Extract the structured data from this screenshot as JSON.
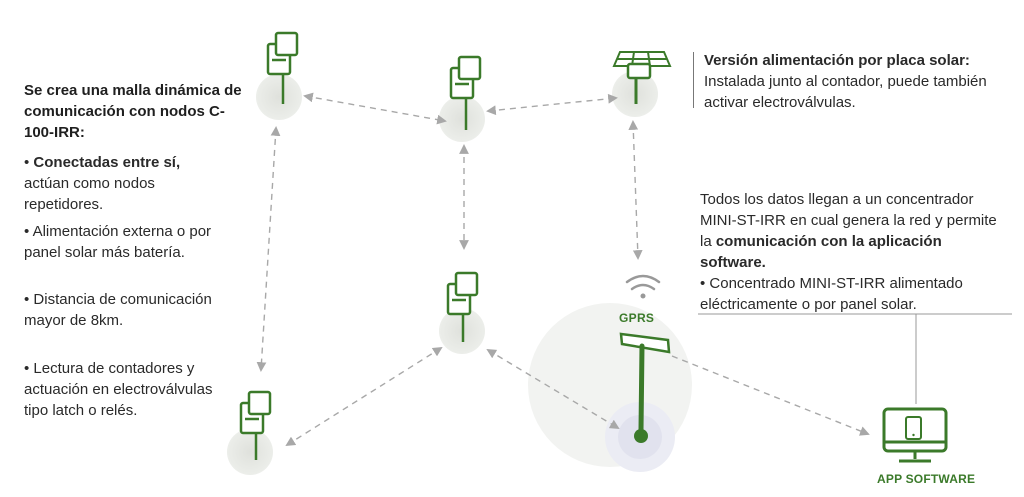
{
  "intro": "Se crea una malla dinámica de comunicación con nodos C-100-IRR:",
  "items": [
    {
      "bold": "Conectadas entre sí,",
      "rest": " actúan como nodos repetidores."
    },
    {
      "bold": "",
      "rest": "Alimentación externa o por panel solar más batería."
    },
    {
      "bold": "",
      "rest": "Distancia de comunicación mayor de 8km."
    },
    {
      "bold": "",
      "rest": "Lectura de contadores y actuación en electroválvulas tipo latch o relés."
    }
  ],
  "solar_note": {
    "bold": "Versión alimentación por placa solar:",
    "rest": " Instalada junto al contador, puede también activar electroválvulas."
  },
  "concentrator_note": {
    "part1": "Todos los datos llegan a un concentrador MINI-ST-IRR en cual genera la red y permite la ",
    "bold": "comunicación con la aplicación software.",
    "part2": "• Concentrado MINI-ST-IRR alimentado eléctricamente o por panel solar."
  },
  "labels": {
    "gprs": "GPRS",
    "app": "APP SOFTWARE"
  },
  "colors": {
    "node_green": "#3b7a2a",
    "link_gray": "#a8a8a8",
    "halo_gray": "#e4e6e1"
  }
}
